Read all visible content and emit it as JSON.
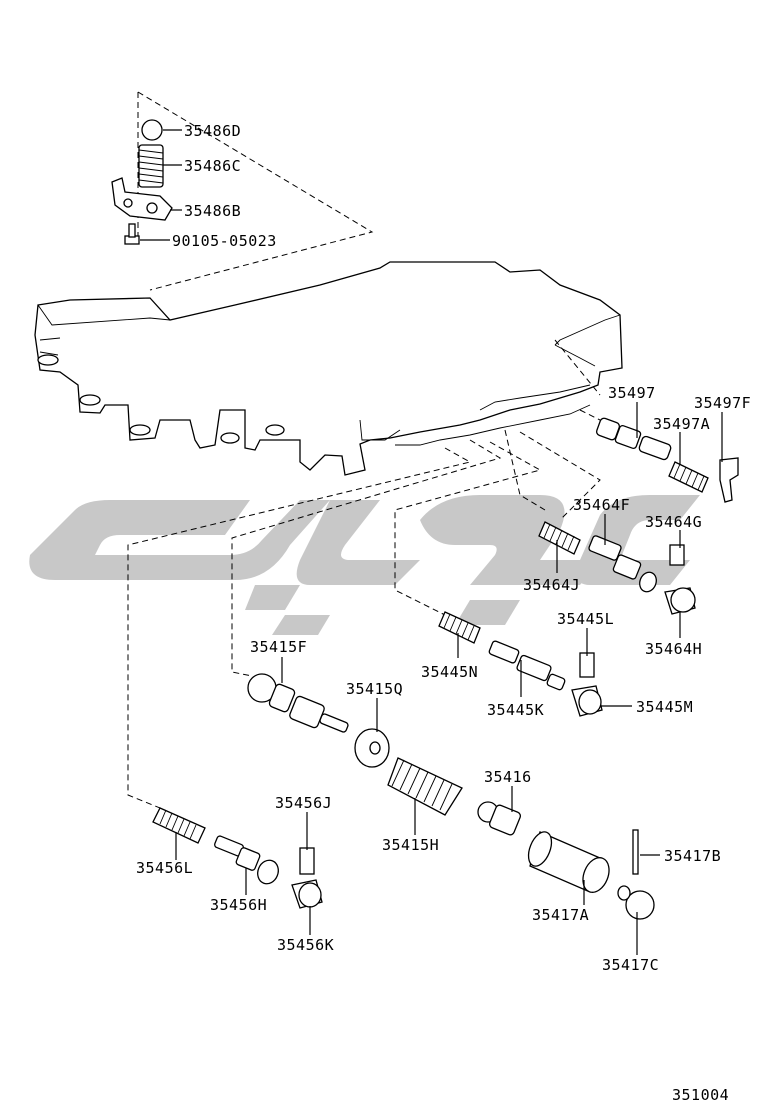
{
  "watermark": {
    "color": "#c8c8c8",
    "name": "logo-watermark"
  },
  "labels": {
    "p35486D": "35486D",
    "p35486C": "35486C",
    "p35486B": "35486B",
    "p90105": "90105-05023",
    "p35497": "35497",
    "p35497F": "35497F",
    "p35497A": "35497A",
    "p35464F": "35464F",
    "p35464G": "35464G",
    "p35464J": "35464J",
    "p35464H": "35464H",
    "p35445L": "35445L",
    "p35445N": "35445N",
    "p35445K": "35445K",
    "p35445M": "35445M",
    "p35415F": "35415F",
    "p35415Q": "35415Q",
    "p35416": "35416",
    "p35415H": "35415H",
    "p35456J": "35456J",
    "p35456L": "35456L",
    "p35456H": "35456H",
    "p35456K": "35456K",
    "p35417B": "35417B",
    "p35417A": "35417A",
    "p35417C": "35417C"
  },
  "figure_number": "351004"
}
